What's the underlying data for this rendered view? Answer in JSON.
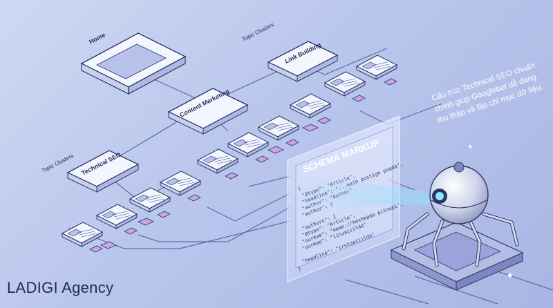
{
  "nodes": {
    "home": "Home",
    "link_building": "Link Building",
    "content_marketing": "Content Marketing",
    "technical_seo": "Technical SEO"
  },
  "labels": {
    "topic_clusters_top": "Topic Clusters",
    "topic_clusters_left": "Topic Clusters"
  },
  "schema": {
    "title": "SCHEMA MARKUP",
    "lines": [
      "{",
      "\"@type\": \"Article\",",
      "\"headline\": \"...main postign poade\",",
      "\"author\": \"Author\"",
      "\"author\": {",
      "",
      "\"authors\": {",
      "\"@type\": \"Article\",",
      "\"ourmae\": \"emae://hexheado pitoupi\",",
      "\"ourmae\": \"iituaiiilde\"",
      "",
      "\"headline\": \"irstuaiiilde\"",
      "}"
    ]
  },
  "caption": [
    "Cấu trúc Technical SEO chuẩn",
    "chính giúp Googlebot dễ dàng",
    "thu thập và lập chỉ mục dữ liệu."
  ],
  "brand": "LADIGI Agency",
  "colors": {
    "line": "#5a6ca8",
    "card": "#f4f6ff",
    "card_stroke": "#2a3566",
    "tag": "#c9a4e6",
    "glow": "#8fe3ff"
  }
}
